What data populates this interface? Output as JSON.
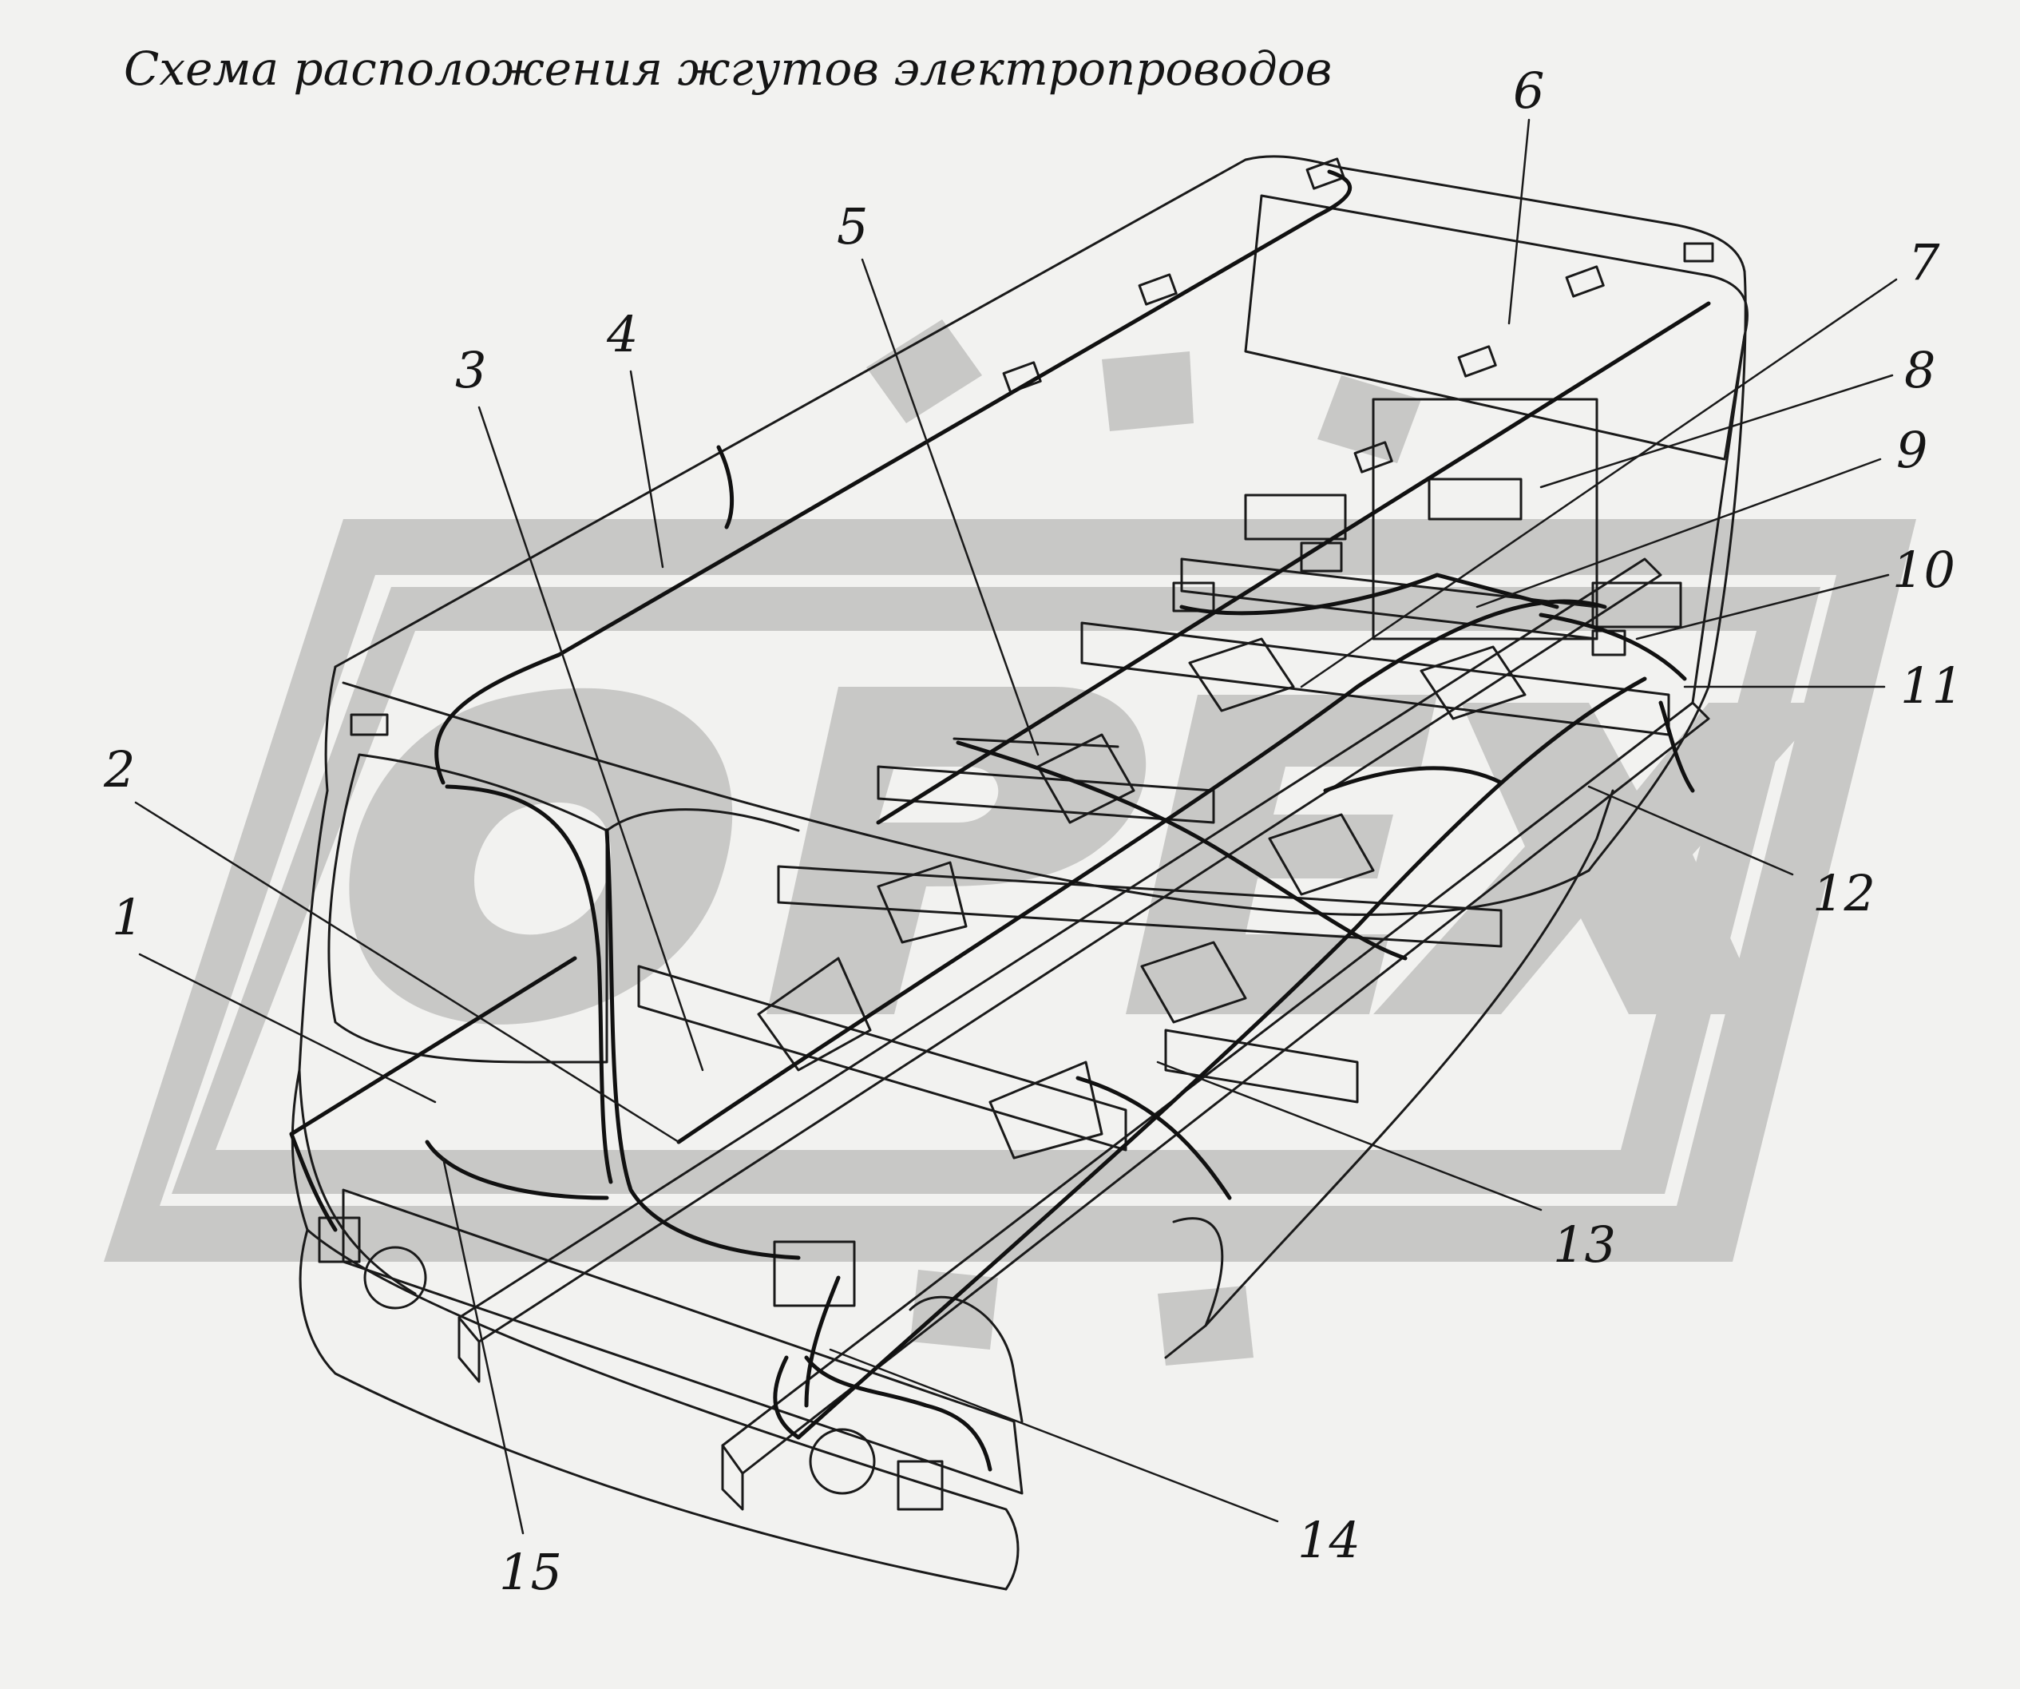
{
  "title": "Схема расположения жгутов электропроводов",
  "watermark": {
    "text": "ОРЕХ",
    "color": "#c8c8c6"
  },
  "callouts": [
    {
      "label": "1"
    },
    {
      "label": "2"
    },
    {
      "label": "3"
    },
    {
      "label": "4"
    },
    {
      "label": "5"
    },
    {
      "label": "6"
    },
    {
      "label": "7"
    },
    {
      "label": "8"
    },
    {
      "label": "9"
    },
    {
      "label": "10"
    },
    {
      "label": "11"
    },
    {
      "label": "12"
    },
    {
      "label": "13"
    },
    {
      "label": "14"
    },
    {
      "label": "15"
    }
  ],
  "colors": {
    "background": "#f2f2f0",
    "line": "#1a1a1a",
    "watermark": "#c8c8c6"
  }
}
